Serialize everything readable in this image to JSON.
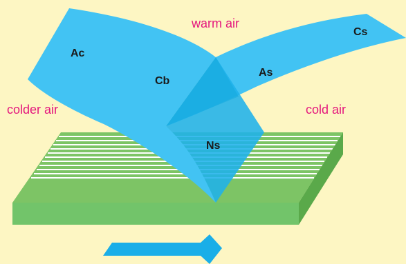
{
  "labels": {
    "warm_air": "warm air",
    "colder_air": "colder air",
    "cold_air": "cold air"
  },
  "clouds": {
    "ac": "Ac",
    "cb": "Cb",
    "as": "As",
    "cs": "Cs",
    "ns": "Ns"
  },
  "colors": {
    "background": "#fdf6c3",
    "cloud_fill": "#42c3f3",
    "cloud_dark": "#16a9dd",
    "ground_top": "#7dc465",
    "ground_front": "#72c46a",
    "ground_side": "#5aa94a",
    "air_label": "#e4167d",
    "arrow": "#1aaee8"
  },
  "icons": {
    "direction": "right-arrow-icon"
  }
}
